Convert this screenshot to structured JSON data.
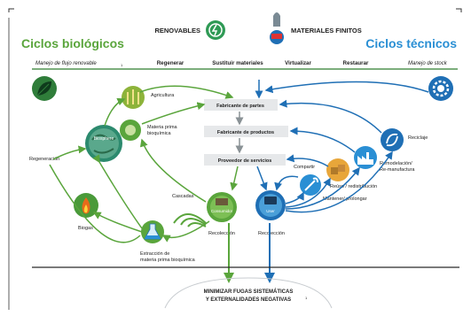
{
  "header": {
    "renovables": "RENOVABLES",
    "materiales_finitos": "MATERIALES FINITOS",
    "ciclos_biologicos": "Ciclos biológicos",
    "ciclos_tecnicos": "Ciclos técnicos",
    "manejo_flujo": "Manejo de flujo renovable",
    "manejo_stock": "Manejo de stock",
    "manejo_flujo_ref": "1",
    "strategies": [
      "Regenerar",
      "Sustituir materiales",
      "Virtualizar",
      "Restaurar"
    ]
  },
  "biological": {
    "agricultura": "Agricultura",
    "materia_prima_bioquimica": [
      "Materia prima",
      "bioquímica"
    ],
    "biosfera": "Biosphere",
    "regeneracion": "Regeneración",
    "biogas": "Biogas",
    "cascadas": "Cascadas",
    "consumidor": "Consumidor",
    "recoleccion": "Recolección",
    "extraccion": [
      "Extracción de",
      "materia prima bioquímica"
    ]
  },
  "technical": {
    "reciclaje": "Reciclaje",
    "remodelacion": [
      "Remodelación/",
      "Re-manufactura"
    ],
    "reuso": "Reúso / redistribución",
    "mantener": "Mantener/ prolongar",
    "compartir": "Compartir",
    "usuario": "User",
    "recoleccion": "Recolección"
  },
  "chain": {
    "fabricante_partes": "Fabricante de partes",
    "fabricante_productos": "Fabricante de productos",
    "proveedor_servicios": "Proveedor de servicios"
  },
  "footer": {
    "line1": "MINIMIZAR FUGAS SISTEMÁTICAS",
    "line2": "Y EXTERNALIDADES NEGATIVAS",
    "ref": "1"
  },
  "colors": {
    "green": "#5aa53c",
    "dark_green": "#2f7d2f",
    "blue": "#1f6fb5",
    "light_blue": "#4a9fd8",
    "grey": "#9aa3a8"
  }
}
